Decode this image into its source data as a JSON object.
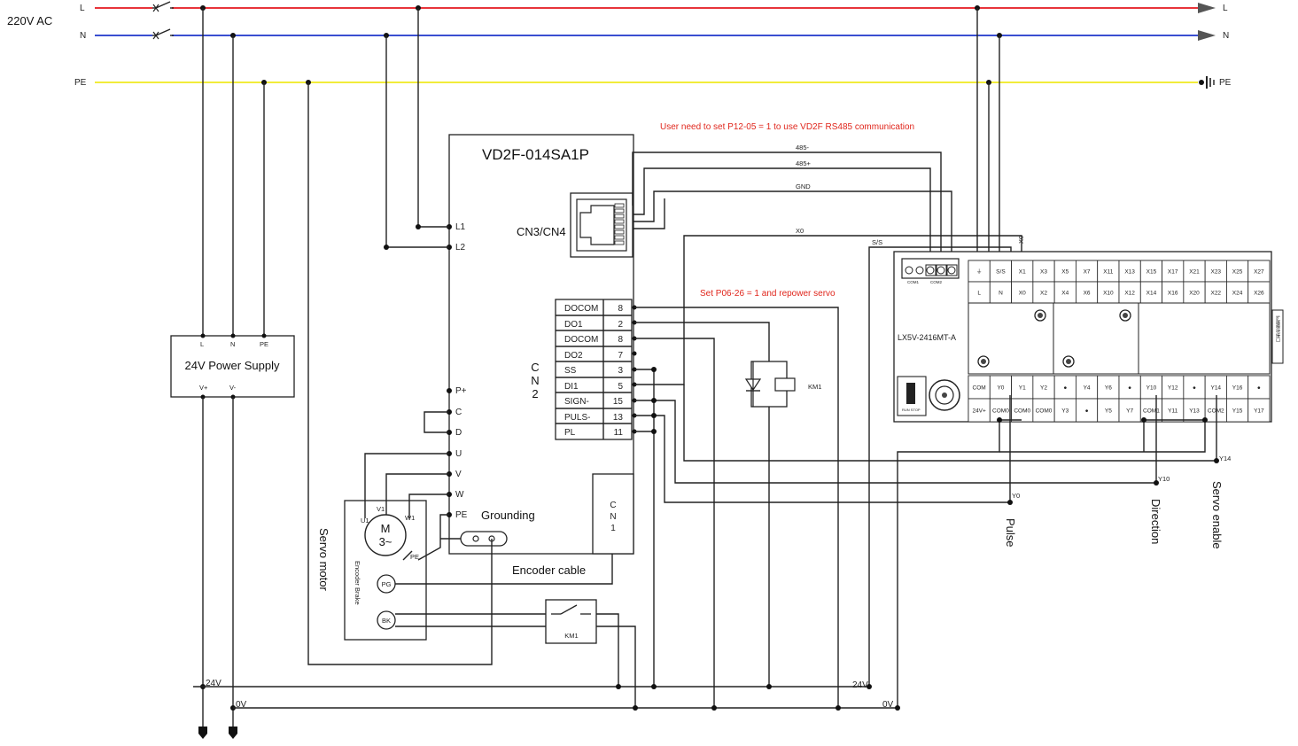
{
  "supply": {
    "voltage_label": "220V AC",
    "line_L": "L",
    "line_N": "N",
    "line_PE": "PE",
    "colors": {
      "L": "#e8343a",
      "N": "#3a4fd1",
      "PE": "#f2ec3a"
    }
  },
  "power_supply": {
    "title": "24V Power Supply",
    "pin_L": "L",
    "pin_N": "N",
    "pin_PE": "PE",
    "pin_vplus": "V+",
    "pin_vminus": "V-",
    "rail_24v": "24V",
    "rail_0v": "0V"
  },
  "servo_drive": {
    "model": "VD2F-014SA1P",
    "cn34_label": "CN3/CN4",
    "pin_L1": "L1",
    "pin_L2": "L2",
    "pin_Pplus": "P+",
    "pin_C": "C",
    "pin_D": "D",
    "pin_U": "U",
    "pin_V": "V",
    "pin_W": "W",
    "pin_PE": "PE",
    "cn2_label": "CN2",
    "cn1_label": "CN1",
    "cn2_rows": [
      {
        "signal": "DOCOM",
        "pin": "8"
      },
      {
        "signal": "DO1",
        "pin": "2"
      },
      {
        "signal": "DOCOM",
        "pin": "8"
      },
      {
        "signal": "DO2",
        "pin": "7"
      },
      {
        "signal": "SS",
        "pin": "3"
      },
      {
        "signal": "DI1",
        "pin": "5"
      },
      {
        "signal": "SIGN-",
        "pin": "15"
      },
      {
        "signal": "PULS-",
        "pin": "13"
      },
      {
        "signal": "PL",
        "pin": "11"
      }
    ]
  },
  "notes": {
    "rs485_note": "User need to set P12-05 = 1 to use VD2F RS485 communication",
    "p0626_note": "Set P06-26 = 1 and repower servo"
  },
  "comm_wires": {
    "n485": "485-",
    "p485": "485+",
    "gnd": "GND",
    "x0": "X0",
    "ss": "S/S",
    "x0_v": "X0"
  },
  "motor": {
    "label": "Servo motor",
    "encoder_brake": "Encoder  Brake",
    "m": "M",
    "phase": "3~",
    "u1": "U1",
    "v1": "V1",
    "w1": "W1",
    "pe": "PE",
    "pg": "PG",
    "bk": "BK"
  },
  "grounding": "Grounding",
  "encoder_cable": "Encoder cable",
  "relay": {
    "km1": "KM1",
    "km1_contact": "KM1"
  },
  "plc": {
    "model": "LX5V-2416MT-A",
    "com1": "COM1",
    "com2": "COM2",
    "run_stop": "RUN STOP",
    "expansion_label": "扩展模块接口",
    "input_top_row": [
      "⏚",
      "S/S",
      "X1",
      "X3",
      "X5",
      "X7",
      "X11",
      "X13",
      "X15",
      "X17",
      "X21",
      "X23",
      "X25",
      "X27"
    ],
    "input_bottom_row": [
      "L",
      "N",
      "X0",
      "X2",
      "X4",
      "X6",
      "X10",
      "X12",
      "X14",
      "X16",
      "X20",
      "X22",
      "X24",
      "X26"
    ],
    "output_top_row": [
      "COM",
      "Y0",
      "Y1",
      "Y2",
      "●",
      "Y4",
      "Y6",
      "●",
      "Y10",
      "Y12",
      "●",
      "Y14",
      "Y16",
      "●"
    ],
    "output_bottom_row": [
      "24V+",
      "COM0",
      "COM0",
      "COM0",
      "Y3",
      "●",
      "Y5",
      "Y7",
      "COM1",
      "Y11",
      "Y13",
      "COM2",
      "Y15",
      "Y17"
    ]
  },
  "outputs": {
    "y0": "Y0",
    "y10": "Y10",
    "y14": "Y14",
    "pulse": "Pulse",
    "direction": "Direction",
    "servo_enable": "Servo enable"
  }
}
